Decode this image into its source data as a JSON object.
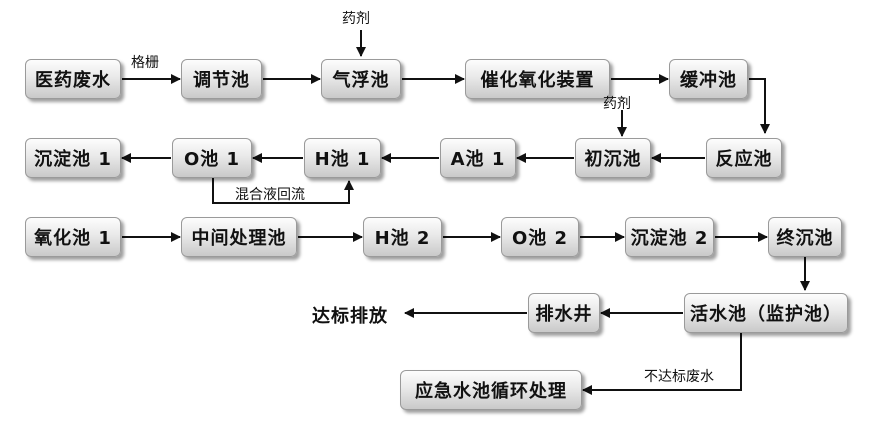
{
  "nodes": {
    "wastewater": "医药废水",
    "regulating_tank": "调节池",
    "air_flotation": "气浮池",
    "catalytic_oxidation": "催化氧化装置",
    "buffer_tank": "缓冲池",
    "reaction_tank": "反应池",
    "primary_settling": "初沉池",
    "a_tank_1": "A池 1",
    "h_tank_1": "H池 1",
    "o_tank_1": "O池 1",
    "settling_1": "沉淀池 1",
    "oxidation_1": "氧化池 1",
    "intermediate": "中间处理池",
    "h_tank_2": "H池 2",
    "o_tank_2": "O池 2",
    "settling_2": "沉淀池 2",
    "final_settling": "终沉池",
    "monitor_tank": "活水池（监护池）",
    "drain_well": "排水井",
    "discharge": "达标排放",
    "emergency": "应急水池循环处理"
  },
  "labels": {
    "grille": "格栅",
    "dosing_1": "药剂",
    "dosing_2": "药剂",
    "recycle": "混合液回流",
    "non_compliant": "不达标废水"
  },
  "colors": {
    "line": "#111111"
  }
}
